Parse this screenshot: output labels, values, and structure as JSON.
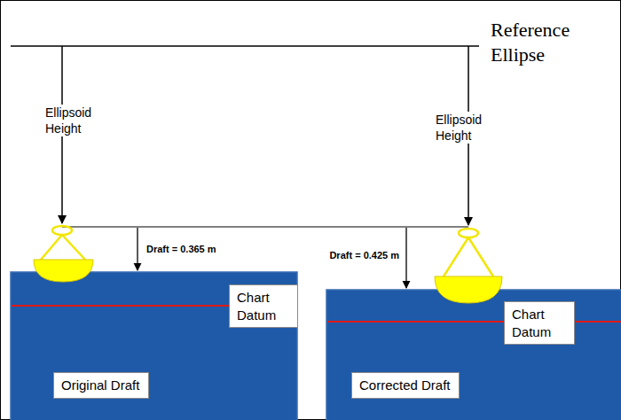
{
  "diagram": {
    "nodes": [
      {
        "text": [
          "Chart Datum"
        ]
      },
      {
        "text": [
          "Chart Datum"
        ]
      },
      {
        "text": [
          "Original Draft"
        ]
      },
      {
        "text": [
          "Corrected Draft"
        ]
      }
    ],
    "labels": [
      "Reference Ellipse",
      "Ellipsoid Height",
      "Ellipsoid Height",
      "Draft = 0.365 m",
      "Draft = 0.425 m"
    ]
  }
}
